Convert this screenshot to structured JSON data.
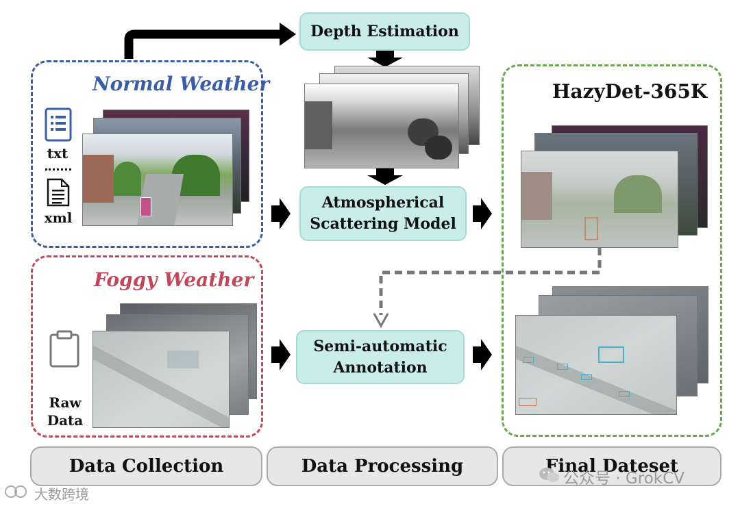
{
  "sections": {
    "normal": {
      "title": "Normal Weather",
      "color": "#3a5ea6"
    },
    "foggy": {
      "title": "Foggy Weather",
      "color": "#c0485a"
    },
    "final": {
      "title": "HazyDet-365K",
      "color": "#6aa84f"
    }
  },
  "formats": {
    "txt": "txt",
    "xml": "xml"
  },
  "raw_data": [
    "Raw",
    "Data"
  ],
  "process": {
    "depth": "Depth Estimation",
    "scattering": [
      "Atmospherical",
      "Scattering Model"
    ],
    "annotation": [
      "Semi-automatic",
      "Annotation"
    ]
  },
  "stages": [
    "Data Collection",
    "Data Processing",
    "Final Dateset"
  ],
  "watermarks": {
    "left": "大数跨境",
    "right": "公众号 · GrokCV"
  },
  "icons": {
    "txt": "text-document-icon",
    "xml": "xml-file-icon",
    "raw": "clipboard-icon",
    "wechat": "wechat-icon",
    "brand": "brand-logo-icon"
  },
  "colors": {
    "process_fill": "#c9eeea",
    "stage_fill": "#e7e7e7",
    "arrow": "#000000",
    "dashed_arrow": "#777777"
  }
}
